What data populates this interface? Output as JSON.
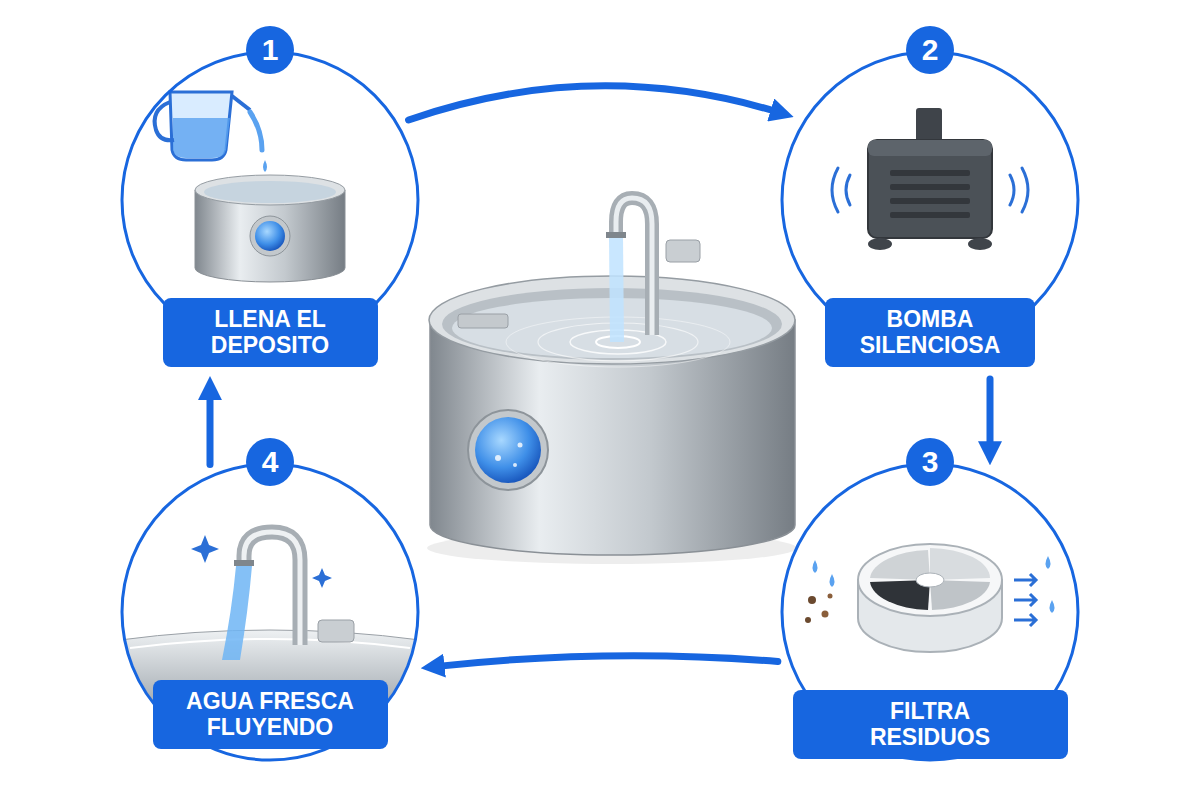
{
  "diagram": {
    "nodes": [
      {
        "text": [
          "1",
          "LLENA EL DEPOSITO"
        ]
      },
      {
        "text": [
          "2",
          "BOMBA SILENCIOSA"
        ]
      },
      {
        "text": [
          "3",
          "FILTRA RESIDUOS"
        ]
      },
      {
        "text": [
          "4",
          "AGUA FRESCA FLUYENDO"
        ]
      }
    ],
    "edges": [
      {
        "from": 0,
        "to": 1,
        "arrow": "to"
      },
      {
        "from": 1,
        "to": 2,
        "arrow": "to"
      },
      {
        "from": 2,
        "to": 3,
        "arrow": "to"
      },
      {
        "from": 3,
        "to": 0,
        "arrow": "to"
      }
    ]
  }
}
